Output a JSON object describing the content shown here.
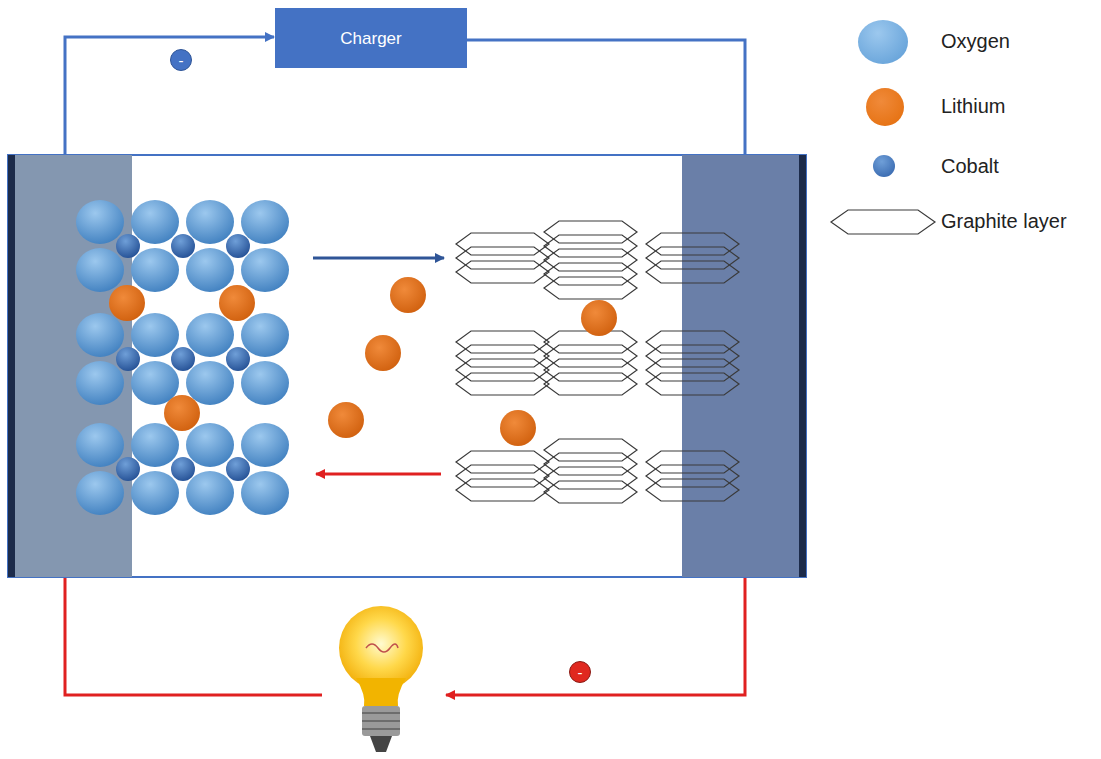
{
  "diagram": {
    "nodes": [
      {
        "text": [
          "Charger"
        ]
      },
      {
        "text": [
          "-"
        ]
      },
      {
        "text": [
          "-"
        ]
      }
    ],
    "legend": [
      {
        "text": "Oxygen",
        "color": "#5b9bd5"
      },
      {
        "text": "Lithium",
        "color": "#e36c09"
      },
      {
        "text": "Cobalt",
        "color": "#2e5fa8"
      },
      {
        "text": "Graphite layer"
      }
    ]
  }
}
